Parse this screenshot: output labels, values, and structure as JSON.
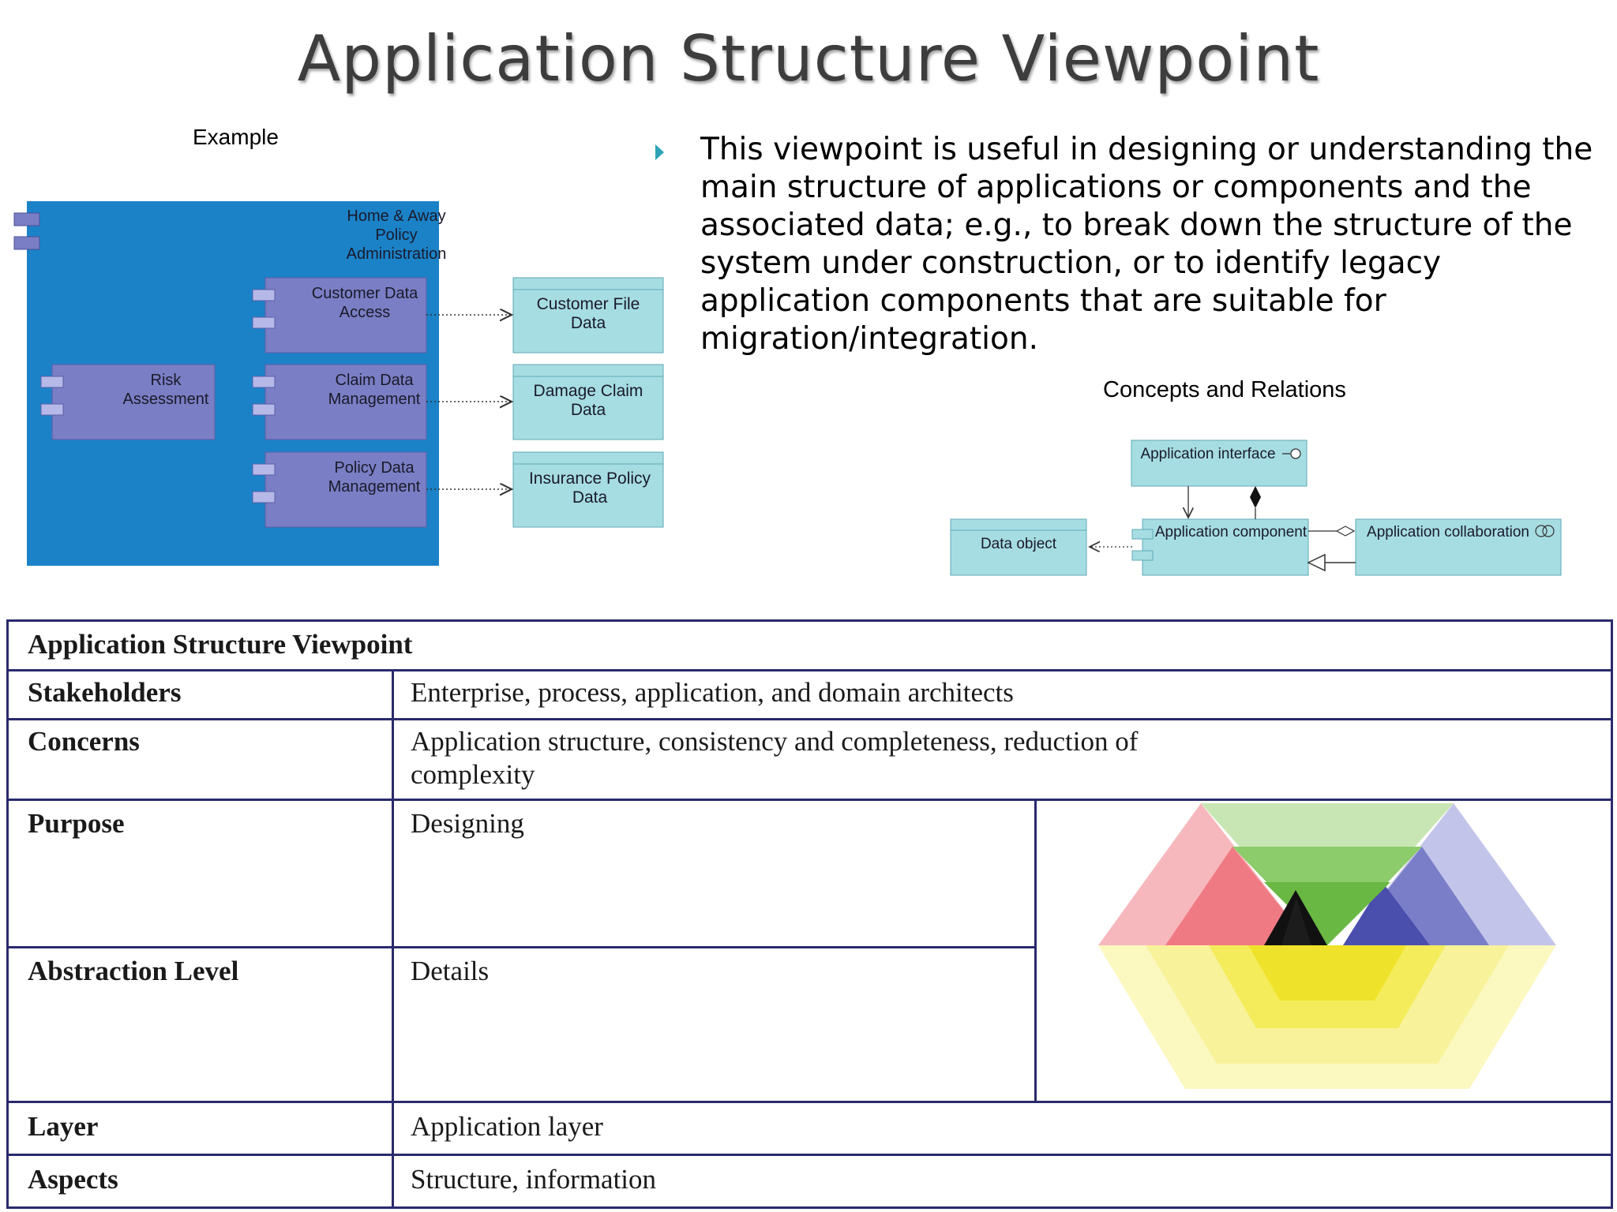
{
  "slide": {
    "title": "Application Structure Viewpoint",
    "example_label": "Example",
    "bullet_text": "This viewpoint is useful in designing or understanding the main structure of applications or components and the associated data; e.g., to break down the structure of the system under construction, or to identify legacy application components that are suitable for migration/integration.",
    "concepts_label": "Concepts  and Relations"
  },
  "example_diagram": {
    "container_line1": "Home & Away",
    "container_line2": "Policy",
    "container_line3": "Administration",
    "risk_line1": "Risk",
    "risk_line2": "Assessment",
    "cust_access_line1": "Customer Data",
    "cust_access_line2": "Access",
    "claim_mgmt_line1": "Claim Data",
    "claim_mgmt_line2": "Management",
    "policy_mgmt_line1": "Policy Data",
    "policy_mgmt_line2": "Management",
    "cust_file_line1": "Customer File",
    "cust_file_line2": "Data",
    "damage_claim_line1": "Damage Claim",
    "damage_claim_line2": "Data",
    "insurance_line1": "Insurance Policy",
    "insurance_line2": "Data",
    "colors": {
      "container": "#1b82c8",
      "component": "#7a7ec4",
      "data": "#a6dde3"
    }
  },
  "concepts_diagram": {
    "interface": "Application interface",
    "component": "Application component",
    "collaboration": "Application collaboration",
    "data_object": "Data object"
  },
  "table": {
    "header": "Application Structure Viewpoint",
    "rows": [
      {
        "label": "Stakeholders",
        "value": "Enterprise, process, application, and domain architects"
      },
      {
        "label": "Concerns",
        "value_line1": "Application structure, consistency and completeness, reduction of",
        "value_line2": "complexity"
      },
      {
        "label": "Purpose",
        "value": "Designing"
      },
      {
        "label": "Abstraction Level",
        "value": "Details"
      },
      {
        "label": "Layer",
        "value": "Application layer"
      },
      {
        "label": "Aspects",
        "value": "Structure, information"
      }
    ],
    "border_color": "#2a2a6e"
  }
}
